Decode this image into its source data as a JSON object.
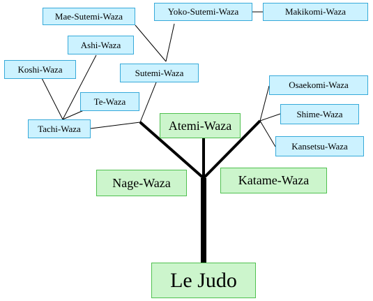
{
  "title": "Le Judo",
  "groups": {
    "atemi": "Atemi-Waza",
    "nage": "Nage-Waza",
    "katame": "Katame-Waza"
  },
  "techniques": {
    "mae_sutemi": "Mae-Sutemi-Waza",
    "yoko_sutemi": "Yoko-Sutemi-Waza",
    "makikomi": "Makikomi-Waza",
    "ashi": "Ashi-Waza",
    "koshi": "Koshi-Waza",
    "sutemi": "Sutemi-Waza",
    "te": "Te-Waza",
    "tachi": "Tachi-Waza",
    "osaekomi": "Osaekomi-Waza",
    "shime": "Shime-Waza",
    "kansetsu": "Kansetsu-Waza"
  },
  "colors": {
    "blue_fill": "#ccf2ff",
    "blue_border": "#36a9d9",
    "green_fill": "#ccf5cc",
    "green_border": "#4fc04f"
  }
}
